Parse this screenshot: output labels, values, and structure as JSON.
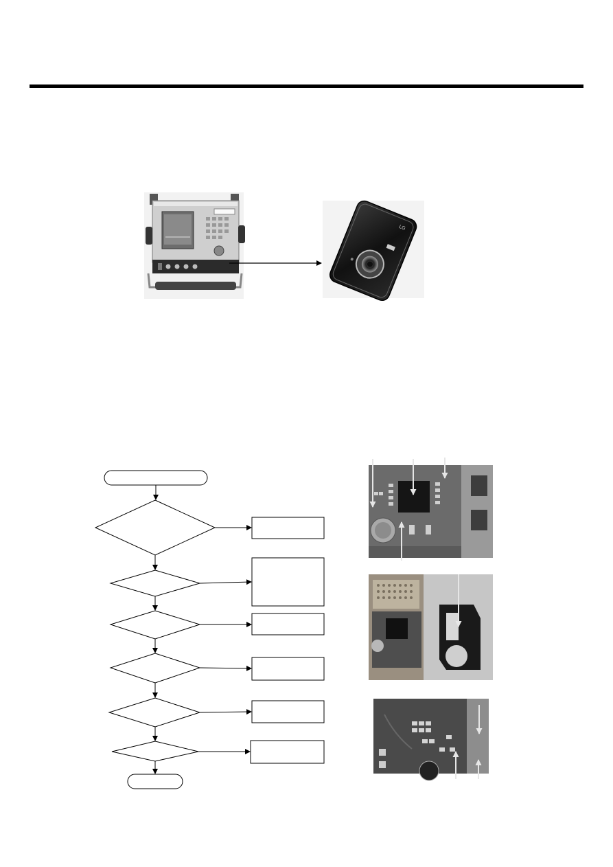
{
  "page": {
    "background": "#ffffff",
    "rule_color": "#000000"
  },
  "setup_figure": {
    "instrument_image": "communication-test-set",
    "device_image": "camera-phone-back",
    "connection": "rf-cable-arrow"
  },
  "flowchart": {
    "line_color": "#000000",
    "nodes": [
      {
        "id": "start",
        "shape": "terminator",
        "text": ""
      },
      {
        "id": "d1",
        "shape": "decision",
        "text": ""
      },
      {
        "id": "d2",
        "shape": "decision",
        "text": ""
      },
      {
        "id": "d3",
        "shape": "decision",
        "text": ""
      },
      {
        "id": "d4",
        "shape": "decision",
        "text": ""
      },
      {
        "id": "d5",
        "shape": "decision",
        "text": ""
      },
      {
        "id": "d6",
        "shape": "decision",
        "text": ""
      },
      {
        "id": "end",
        "shape": "terminator",
        "text": ""
      }
    ],
    "action_boxes": [
      {
        "id": "a1",
        "text": ""
      },
      {
        "id": "a2",
        "text": ""
      },
      {
        "id": "a3",
        "text": ""
      },
      {
        "id": "a4",
        "text": ""
      },
      {
        "id": "a5",
        "text": ""
      },
      {
        "id": "a6",
        "text": ""
      }
    ]
  },
  "board_photos": [
    {
      "id": "photo-1",
      "subject": "pcb-rf-chip-area",
      "callout_arrows": 4
    },
    {
      "id": "photo-2",
      "subject": "pcb-antenna-connector",
      "callout_arrows": 1
    },
    {
      "id": "photo-3",
      "subject": "pcb-components-area",
      "callout_arrows": 3
    }
  ]
}
